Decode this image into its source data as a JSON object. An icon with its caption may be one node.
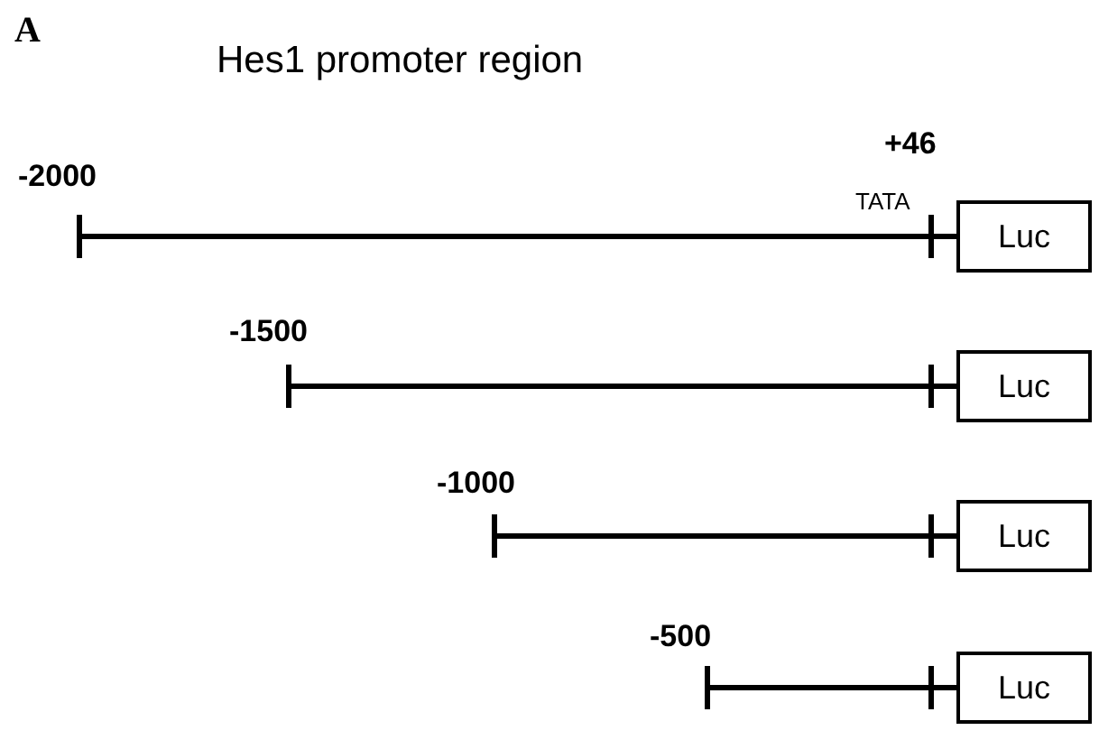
{
  "diagram": {
    "title": "Hes1 promoter region",
    "nodes": [
      {
        "text": [
          "Luc"
        ]
      },
      {
        "text": [
          "Luc"
        ]
      },
      {
        "text": [
          "Luc"
        ]
      },
      {
        "text": [
          "Luc"
        ]
      }
    ],
    "labels": [
      "A",
      "-2000",
      "+46",
      "TATA",
      "-1500",
      "-1000",
      "-500"
    ]
  }
}
